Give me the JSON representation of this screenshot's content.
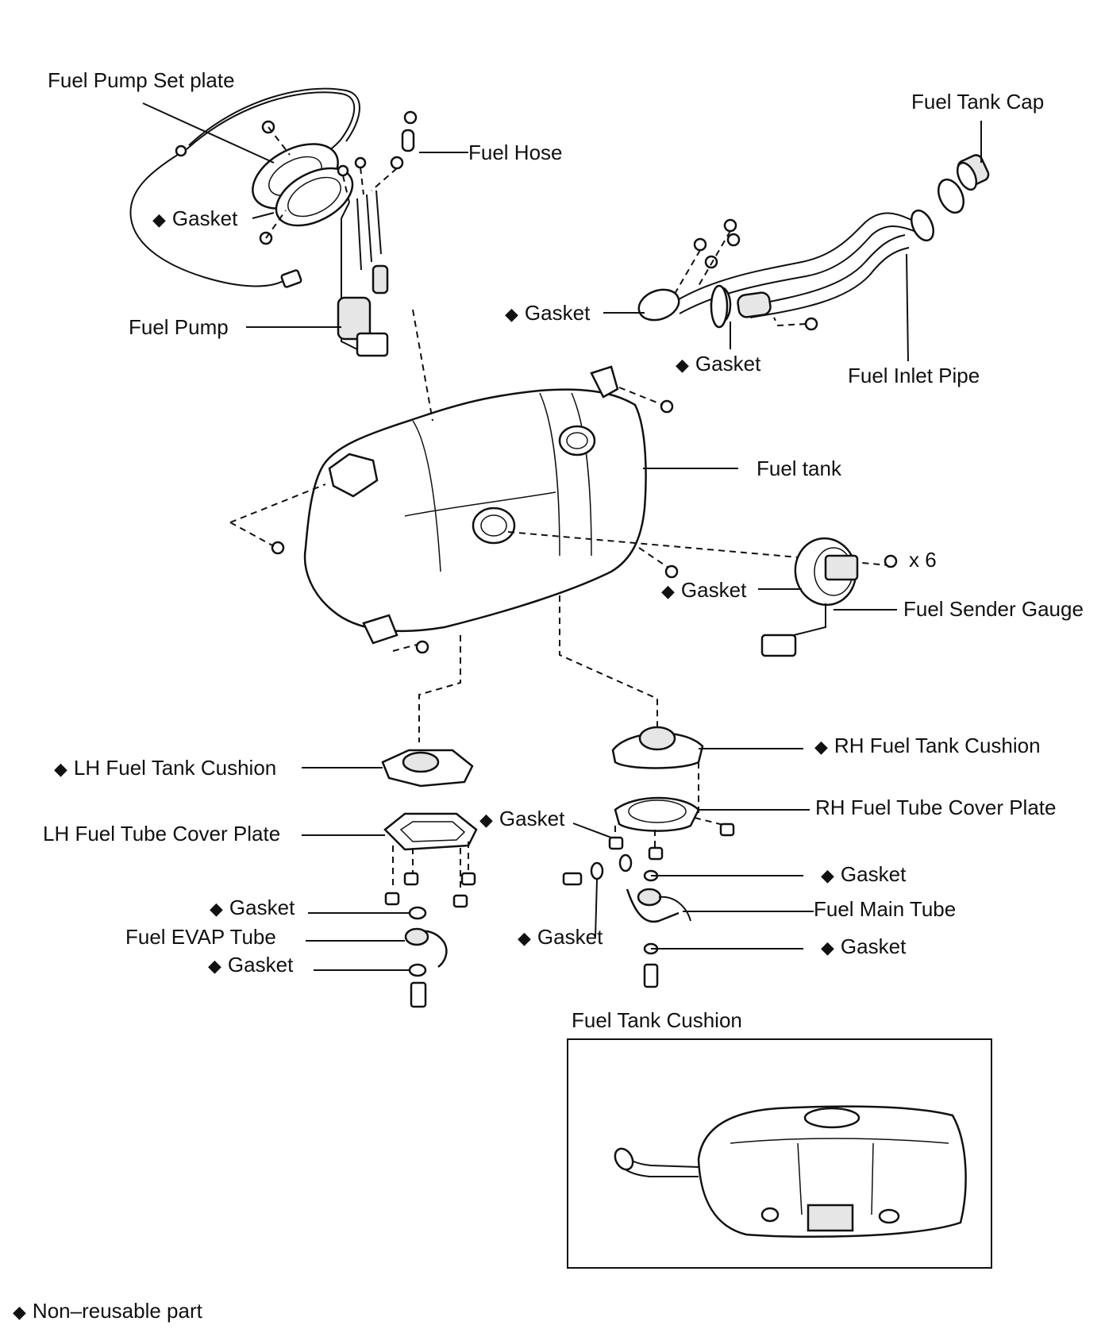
{
  "colors": {
    "ink": "#111111",
    "background": "#ffffff"
  },
  "symbol": "◆",
  "labels": {
    "fuel_pump_set_plate": "Fuel Pump Set plate",
    "fuel_hose": "Fuel Hose",
    "fuel_tank_cap": "Fuel Tank Cap",
    "gasket": "Gasket",
    "fuel_pump": "Fuel Pump",
    "fuel_inlet_pipe": "Fuel Inlet Pipe",
    "fuel_tank": "Fuel tank",
    "x6": "x 6",
    "fuel_sender_gauge": "Fuel Sender Gauge",
    "rh_fuel_tank_cushion": "RH Fuel Tank Cushion",
    "lh_fuel_tank_cushion": "LH Fuel Tank Cushion",
    "rh_fuel_tube_cover_plate": "RH Fuel Tube Cover Plate",
    "lh_fuel_tube_cover_plate": "LH Fuel Tube Cover Plate",
    "fuel_main_tube": "Fuel Main Tube",
    "fuel_evap_tube": "Fuel EVAP Tube",
    "inset_title": "Fuel Tank Cushion",
    "legend": "Non–reusable part"
  }
}
